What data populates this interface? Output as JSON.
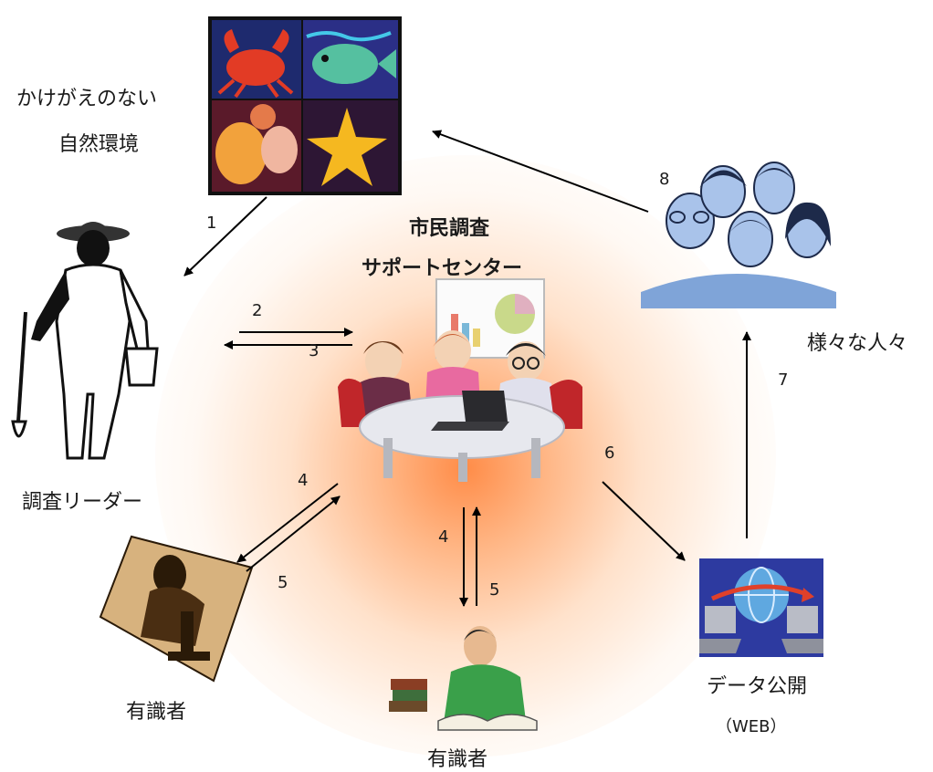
{
  "labels": {
    "nature_line1": "かけがえのない",
    "nature_line2": "自然環境",
    "center_line1": "市民調査",
    "center_line2": "サポートセンター",
    "leader": "調査リーダー",
    "expert_left": "有識者",
    "expert_bottom": "有識者",
    "people": "様々な人々",
    "data_line1": "データ公開",
    "data_line2": "（WEB）"
  },
  "steps": {
    "s1": "1",
    "s2": "2",
    "s3": "3",
    "s4a": "4",
    "s5a": "5",
    "s4b": "4",
    "s5b": "5",
    "s6": "6",
    "s7": "7",
    "s8": "8"
  },
  "colors": {
    "glow": "#ff8a3d",
    "arrow": "#000000"
  }
}
